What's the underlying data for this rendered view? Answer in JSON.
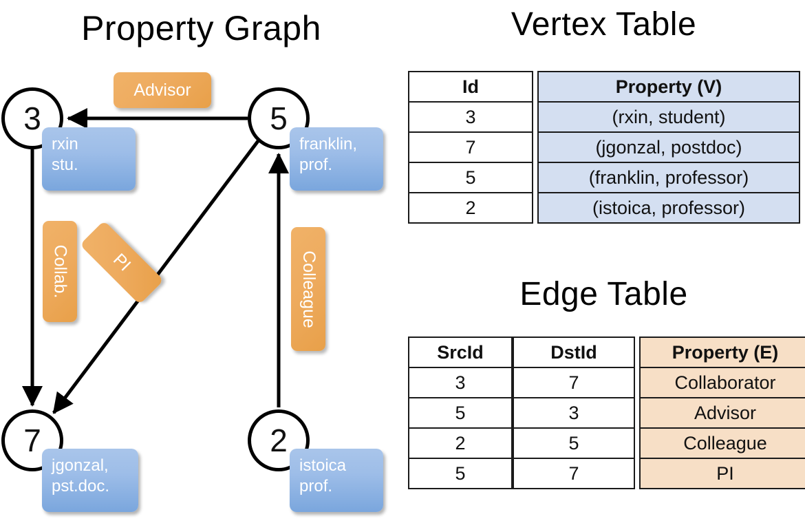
{
  "titles": {
    "property_graph": "Property Graph",
    "vertex_table": "Vertex Table",
    "edge_table": "Edge Table"
  },
  "graph": {
    "nodes": [
      {
        "id": "3",
        "label": "3",
        "property_lines": [
          "rxin",
          "stu."
        ]
      },
      {
        "id": "5",
        "label": "5",
        "property_lines": [
          "franklin,",
          "prof."
        ]
      },
      {
        "id": "7",
        "label": "7",
        "property_lines": [
          "jgonzal,",
          "pst.doc."
        ]
      },
      {
        "id": "2",
        "label": "2",
        "property_lines": [
          "istoica",
          "prof."
        ]
      }
    ],
    "edge_labels": [
      {
        "name": "advisor",
        "text": "Advisor"
      },
      {
        "name": "collab",
        "text": "Collab."
      },
      {
        "name": "pi",
        "text": "PI"
      },
      {
        "name": "colleague",
        "text": "Colleague"
      }
    ],
    "edges": [
      {
        "src": "5",
        "dst": "3",
        "label": "Advisor"
      },
      {
        "src": "3",
        "dst": "7",
        "label": "Collab."
      },
      {
        "src": "5",
        "dst": "7",
        "label": "PI"
      },
      {
        "src": "2",
        "dst": "5",
        "label": "Colleague"
      }
    ]
  },
  "vertex_table": {
    "headers": [
      "Id",
      "Property (V)"
    ],
    "rows": [
      {
        "id": "3",
        "property": "(rxin, student)"
      },
      {
        "id": "7",
        "property": "(jgonzal, postdoc)"
      },
      {
        "id": "5",
        "property": "(franklin, professor)"
      },
      {
        "id": "2",
        "property": "(istoica, professor)"
      }
    ]
  },
  "edge_table": {
    "headers": [
      "SrcId",
      "DstId",
      "Property (E)"
    ],
    "rows": [
      {
        "src": "3",
        "dst": "7",
        "property": "Collaborator"
      },
      {
        "src": "5",
        "dst": "3",
        "property": "Advisor"
      },
      {
        "src": "2",
        "dst": "5",
        "property": "Colleague"
      },
      {
        "src": "5",
        "dst": "7",
        "property": "PI"
      }
    ]
  },
  "colors": {
    "vertex_fill": "#d4dff1",
    "edge_fill": "#f7dfc6",
    "node_property_box": "#9dbde8",
    "edge_label_box": "#eeab5f",
    "stroke": "#000000"
  }
}
